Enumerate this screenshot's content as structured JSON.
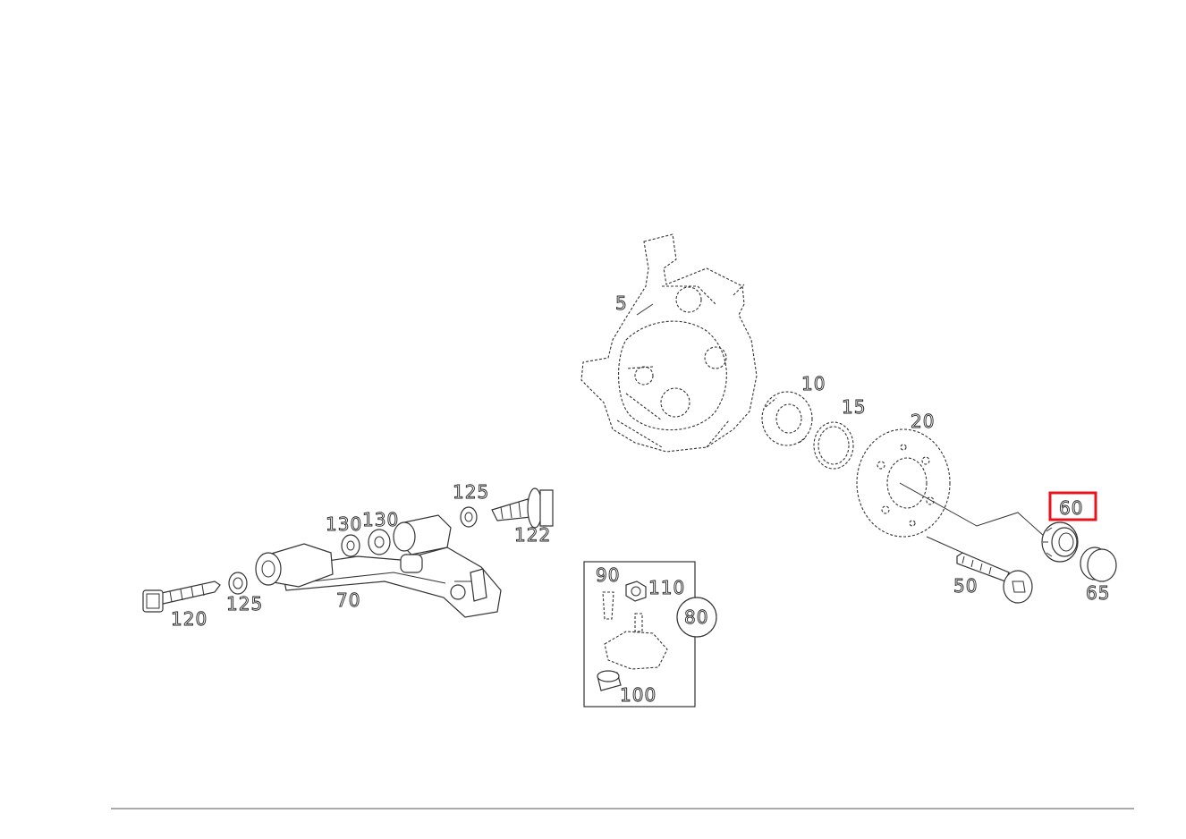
{
  "diagram": {
    "highlight_color": "#e8141c",
    "highlighted_part": "60",
    "callouts": {
      "p5": "5",
      "p10": "10",
      "p15": "15",
      "p20": "20",
      "p50": "50",
      "p60": "60",
      "p65": "65",
      "p70": "70",
      "p80": "80",
      "p90": "90",
      "p100": "100",
      "p110": "110",
      "p120": "120",
      "p125a": "125",
      "p125b": "125",
      "p122": "122",
      "p130a": "130",
      "p130b": "130"
    }
  }
}
